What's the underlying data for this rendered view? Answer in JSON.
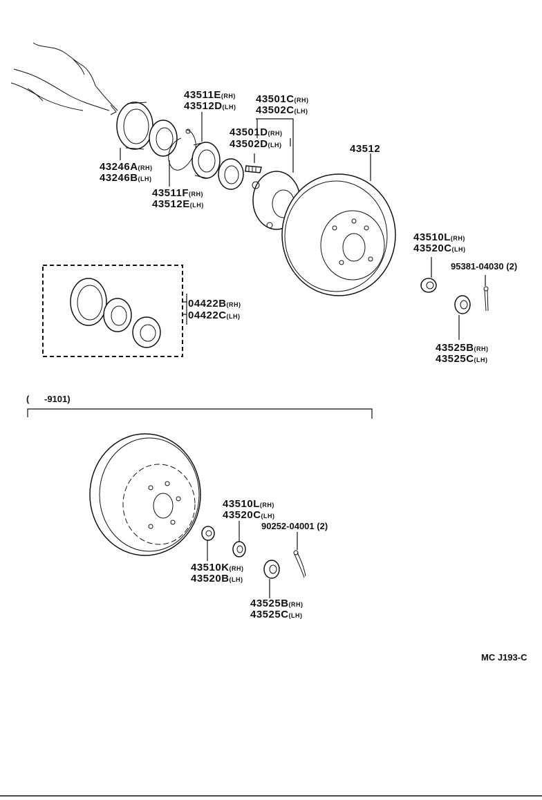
{
  "parts": {
    "p43511E": {
      "num": "43511E",
      "side": "(RH)"
    },
    "p43512D": {
      "num": "43512D",
      "side": "(LH)"
    },
    "p43501C": {
      "num": "43501C",
      "side": "(RH)"
    },
    "p43502C": {
      "num": "43502C",
      "side": "(LH)"
    },
    "p43501D": {
      "num": "43501D",
      "side": "(RH)"
    },
    "p43502D": {
      "num": "43502D",
      "side": "(LH)"
    },
    "p43512": {
      "num": "43512"
    },
    "p43246A": {
      "num": "43246A",
      "side": "(RH)"
    },
    "p43246B": {
      "num": "43246B",
      "side": "(LH)"
    },
    "p43511F": {
      "num": "43511F",
      "side": "(RH)"
    },
    "p43512E": {
      "num": "43512E",
      "side": "(LH)"
    },
    "p43510L_a": {
      "num": "43510L",
      "side": "(RH)"
    },
    "p43520C_a": {
      "num": "43520C",
      "side": "(LH)"
    },
    "p95381": {
      "num": "95381-04030",
      "qty": "(2)"
    },
    "p04422B": {
      "num": "04422B",
      "side": "(RH)"
    },
    "p04422C": {
      "num": "04422C",
      "side": "(LH)"
    },
    "p43525B_a": {
      "num": "43525B",
      "side": "(RH)"
    },
    "p43525C_a": {
      "num": "43525C",
      "side": "(LH)"
    },
    "p43510L_b": {
      "num": "43510L",
      "side": "(RH)"
    },
    "p43520C_b": {
      "num": "43520C",
      "side": "(LH)"
    },
    "p90252": {
      "num": "90252-04001",
      "qty": "(2)"
    },
    "p43510K": {
      "num": "43510K",
      "side": "(RH)"
    },
    "p43520B": {
      "num": "43520B",
      "side": "(LH)"
    },
    "p43525B_b": {
      "num": "43525B",
      "side": "(RH)"
    },
    "p43525C_b": {
      "num": "43525C",
      "side": "(LH)"
    }
  },
  "range_label": "(      -9101)",
  "diagram_code": "MC J193-C"
}
